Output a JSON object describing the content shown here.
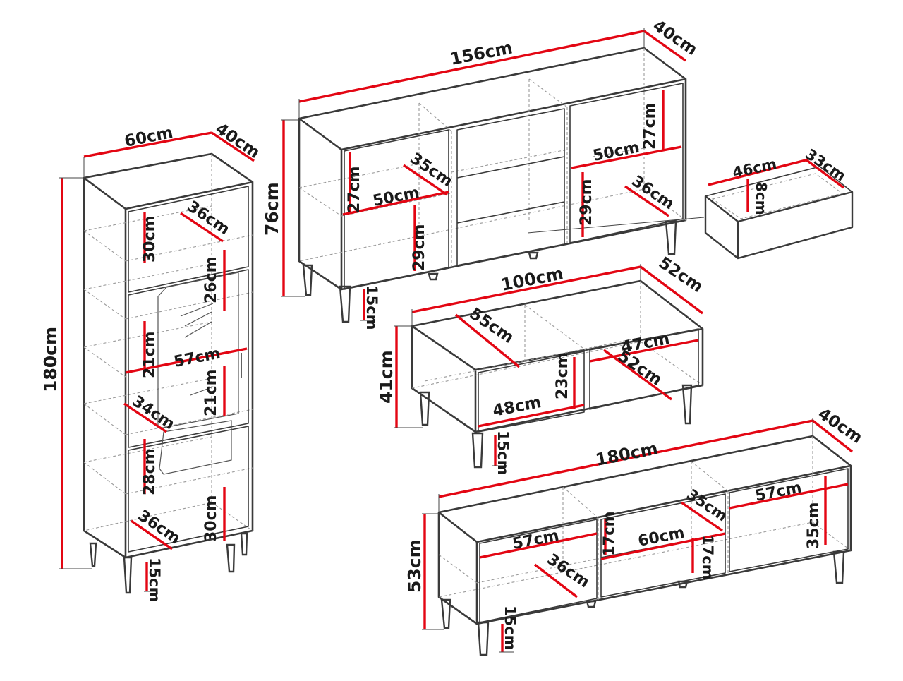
{
  "colors": {
    "dimension_line": "#e30613",
    "outline": "#3a3a3a",
    "hidden_edge": "#9a9a9a",
    "text": "#1a1a1a"
  },
  "bookcase": {
    "width": "60cm",
    "depth": "40cm",
    "height": "180cm",
    "shelf_top_height": "30cm",
    "shelf_top_depth": "36cm",
    "glass_upper": "26cm",
    "side_upper": "21cm",
    "inner_width": "57cm",
    "glass_lower": "21cm",
    "shelf_depth_mid": "34cm",
    "side_lower": "28cm",
    "bottom_depth": "36cm",
    "bottom_height": "30cm",
    "leg_height": "15cm"
  },
  "sideboard": {
    "width": "156cm",
    "depth": "40cm",
    "height": "76cm",
    "left_upper_height": "27cm",
    "left_shelf_depth": "35cm",
    "left_inner_width": "50cm",
    "left_lower_height": "29cm",
    "right_upper_height": "27cm",
    "right_inner_width": "50cm",
    "right_lower_height": "29cm",
    "right_shelf_depth": "36cm",
    "leg_height": "15cm"
  },
  "drawer": {
    "width": "46cm",
    "depth": "33cm",
    "height": "8cm"
  },
  "coffee_table": {
    "width": "100cm",
    "depth": "52cm",
    "height": "41cm",
    "left_depth": "55cm",
    "compartment_height": "23cm",
    "compartment_width": "48cm",
    "right_width": "47cm",
    "right_depth": "52cm",
    "leg_height": "15cm"
  },
  "tv_stand": {
    "width": "180cm",
    "depth": "40cm",
    "height": "53cm",
    "right_width": "57cm",
    "right_height": "35cm",
    "left_width": "57cm",
    "left_depth": "36cm",
    "middle_upper_height": "17cm",
    "middle_depth": "35cm",
    "middle_width": "60cm",
    "middle_lower_height": "17cm",
    "leg_height": "15cm"
  }
}
